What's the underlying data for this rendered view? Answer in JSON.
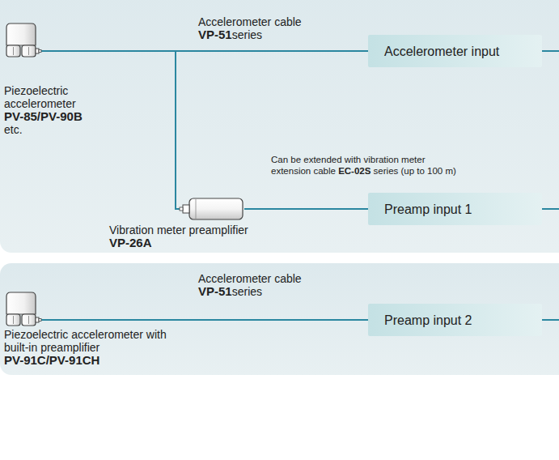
{
  "diagram": {
    "nodes": [
      {
        "text": [
          "Piezoelectric accelerometer",
          "PV-85/PV-90B",
          "etc."
        ]
      },
      {
        "text": [
          "Accelerometer input"
        ]
      },
      {
        "text": [
          "Vibration meter preamplifier",
          "VP-26A"
        ]
      },
      {
        "text": [
          "Preamp input 1"
        ]
      },
      {
        "text": [
          "Piezoelectric accelerometer with built-in preamplifier",
          "PV-91C/PV-91CH"
        ]
      },
      {
        "text": [
          "Preamp input 2"
        ]
      }
    ],
    "edges": [
      {
        "from": 0,
        "to": 1,
        "arrow": "none"
      },
      {
        "from": 0,
        "to": 2,
        "arrow": "none"
      },
      {
        "from": 2,
        "to": 3,
        "arrow": "none"
      },
      {
        "from": 4,
        "to": 5,
        "arrow": "none"
      }
    ],
    "labels": [
      "Accelerometer cable",
      "VP-51series",
      "Can be extended with vibration meter extension cable EC-02S series (up to 100 m)",
      "Accelerometer cable",
      "VP-51series"
    ]
  }
}
